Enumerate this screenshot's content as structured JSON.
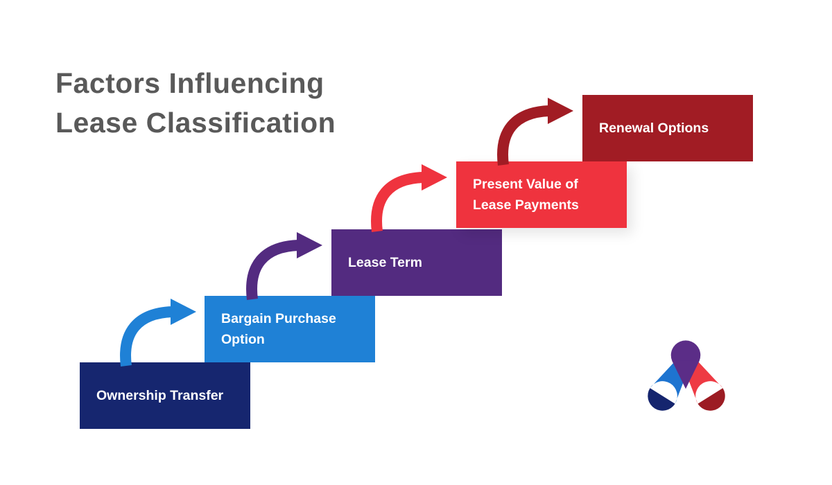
{
  "title": {
    "line1": "Factors Influencing",
    "line2": "Lease Classification",
    "color": "#595959"
  },
  "steps": [
    {
      "label": "Ownership Transfer",
      "color": "#16266f"
    },
    {
      "label": "Bargain Purchase Option",
      "color": "#1f81d6"
    },
    {
      "label": "Lease Term",
      "color": "#532b80"
    },
    {
      "label": "Present Value of Lease Payments",
      "color": "#ef333e"
    },
    {
      "label": "Renewal Options",
      "color": "#a11c24"
    }
  ],
  "arrows": [
    {
      "name": "arrow-to-bargain-purchase-option",
      "color": "#1f81d6"
    },
    {
      "name": "arrow-to-lease-term",
      "color": "#532b80"
    },
    {
      "name": "arrow-to-present-value",
      "color": "#ef333e"
    },
    {
      "name": "arrow-to-renewal-options",
      "color": "#a11c24"
    }
  ],
  "logo": {
    "name": "brand-logo",
    "colors": {
      "purple": "#5b2d87",
      "blue": "#1e74d0",
      "navy": "#15256e",
      "red": "#ee3a43",
      "maroon": "#9c1c23"
    }
  },
  "background": "#ffffff"
}
